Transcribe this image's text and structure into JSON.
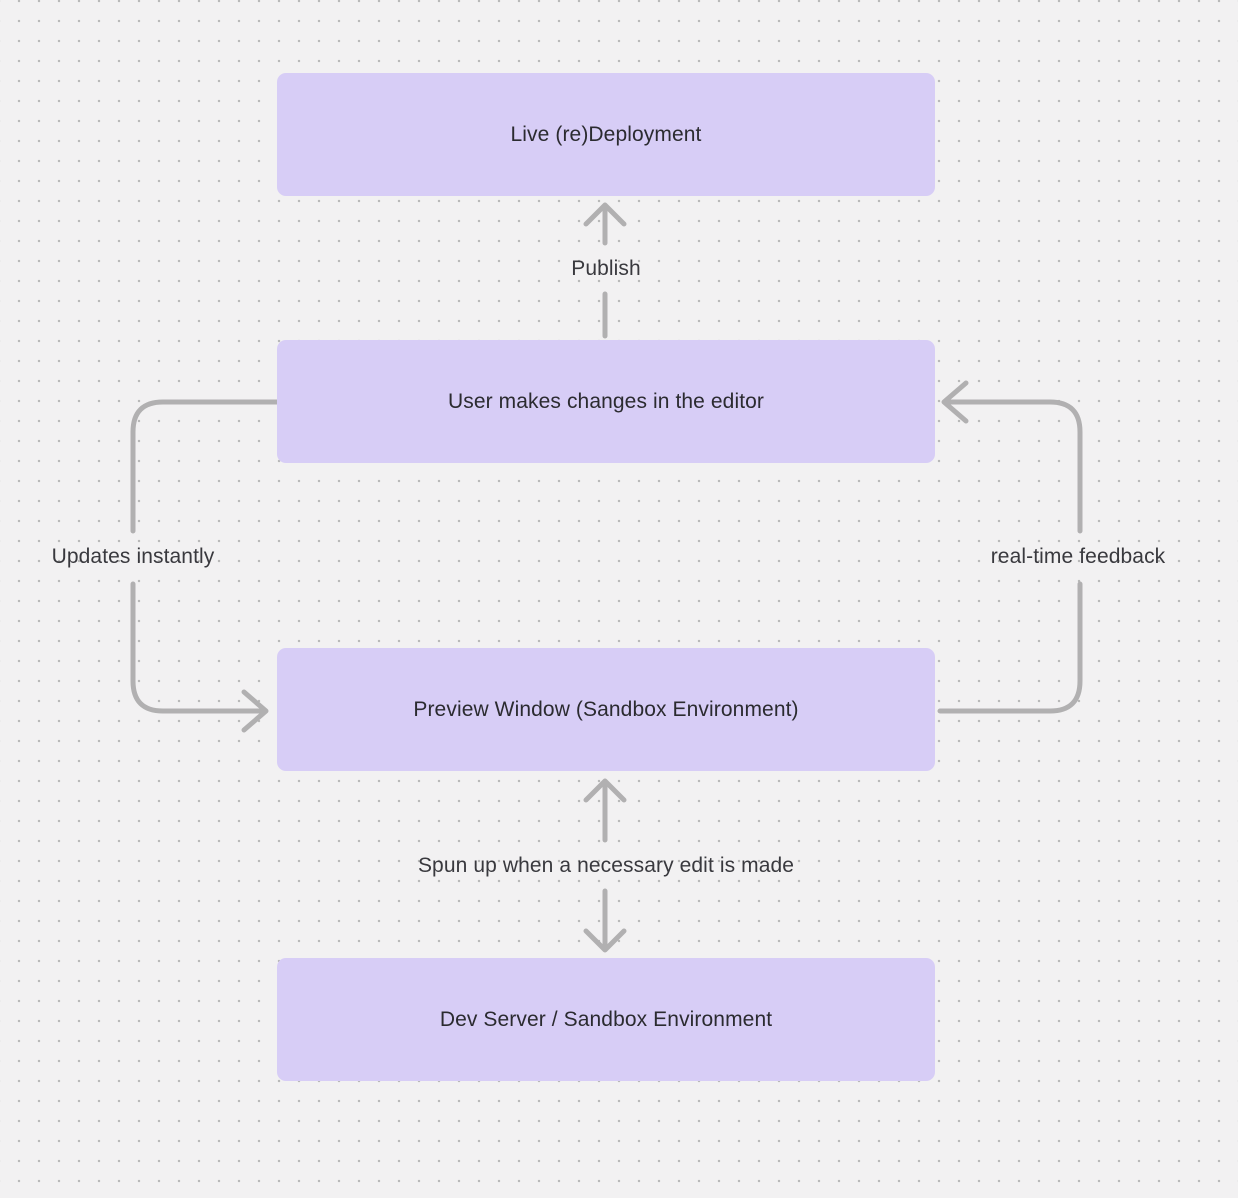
{
  "canvas": {
    "background_color": "#f2f1f2",
    "dot_color": "#b9b9b9",
    "node_fill_color": "#d7cdf6",
    "node_text_color": "#2b2b30",
    "arrow_color": "#b1b0b1",
    "edge_label_color": "#39393e"
  },
  "nodes": [
    {
      "id": "live-redeployment",
      "label": "Live (re)Deployment"
    },
    {
      "id": "user-editor",
      "label": "User makes changes in the editor"
    },
    {
      "id": "preview-window",
      "label": "Preview Window (Sandbox Environment)"
    },
    {
      "id": "dev-server",
      "label": "Dev Server / Sandbox Environment"
    }
  ],
  "edges": [
    {
      "id": "publish",
      "label": "Publish",
      "from": "user-editor",
      "to": "live-redeployment",
      "bidirectional": false
    },
    {
      "id": "updates-instantly",
      "label": "Updates instantly",
      "from": "user-editor",
      "to": "preview-window",
      "bidirectional": false
    },
    {
      "id": "real-time-feedback",
      "label": "real-time feedback",
      "from": "preview-window",
      "to": "user-editor",
      "bidirectional": false
    },
    {
      "id": "spun-up",
      "label": "Spun up when a necessary edit is made",
      "from": "dev-server",
      "to": "preview-window",
      "bidirectional": true
    }
  ]
}
